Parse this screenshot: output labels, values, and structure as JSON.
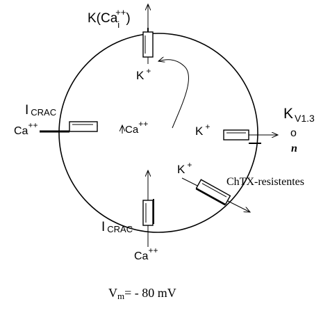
{
  "labels": {
    "k_ca_main": "K(Ca",
    "k_ca_sub": "i",
    "k_ca_sup": "++",
    "k_ca_close": ")",
    "k_top_main": "K",
    "k_top_sup": "+",
    "icrac_left_main": "I",
    "icrac_left_sub": "CRAC",
    "ca_left_main": "Ca",
    "ca_left_sup": "++",
    "ca_center_main": "Ca",
    "ca_center_sup": "++",
    "k_right_main": "K",
    "k_right_sup": "+",
    "kv_main": "K",
    "kv_sub": "V1.3",
    "kv_o": "o",
    "kv_n": "n",
    "k_lower_main": "K",
    "k_lower_sup": "+",
    "chtx": "ChTX-resistentes",
    "icrac_bottom_main": "I",
    "icrac_bottom_sub": "CRAC",
    "ca_bottom_main": "Ca",
    "ca_bottom_sup": "++",
    "vm_main": "V",
    "vm_sub": "m",
    "vm_value": "= - 80 mV"
  }
}
